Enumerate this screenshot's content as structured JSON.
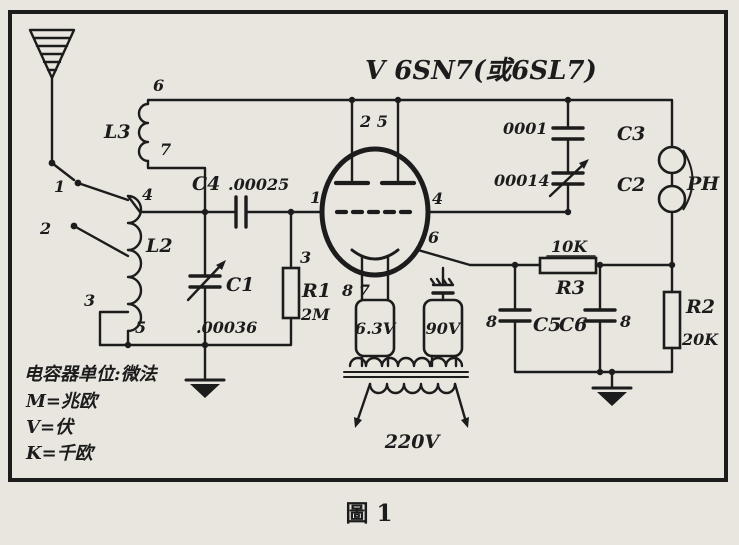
{
  "colors": {
    "ink": "#1c1c1c",
    "paper": "#e9e6df"
  },
  "figure": {
    "title": "V 6SN7(或6SL7)",
    "caption": "圖 1"
  },
  "notes": {
    "line1": "电容器单位:微法",
    "line2": "M=兆欧",
    "line3": "V=伏",
    "line4": "K=千欧"
  },
  "components": {
    "l2": "L2",
    "l3": "L3",
    "c1": "C1",
    "c1_val": ".00036",
    "c4": "C4",
    "c4_val": ".00025",
    "r1": "R1",
    "r1_val": "2M",
    "c2": "C2",
    "c2_val": "00014",
    "c3": "C3",
    "c3_val": "0001",
    "r3": "R3",
    "r3_val": "10K",
    "c5": "C5",
    "c5_val": "8",
    "c6": "C6",
    "c6_val": "8",
    "r2": "R2",
    "r2_val": "20K",
    "ph": "PH",
    "heater": "6.3V",
    "bplus": "90V",
    "mains": "220V"
  },
  "pins": {
    "sw1": "1",
    "sw2": "2",
    "tap3": "3",
    "t4": "4",
    "t5": "5",
    "t6": "6",
    "t7": "7",
    "grid1": "1",
    "plate25": "2 5",
    "p3": "3",
    "p4": "4",
    "p6": "6",
    "heater87": "8 7"
  }
}
